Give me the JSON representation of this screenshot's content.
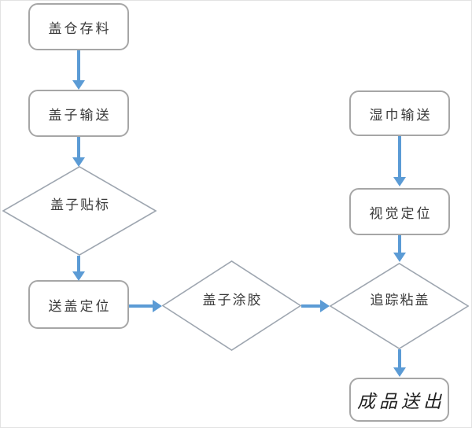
{
  "colors": {
    "arrow": "#5b9bd5",
    "box_border": "#a6a6a6",
    "diamond_border": "#9ea6b0",
    "text": "#3a3a3a",
    "background": "#ffffff"
  },
  "nodes": {
    "cover_bin_storage": {
      "label": "盖仓存料",
      "type": "process"
    },
    "cover_convey": {
      "label": "盖子输送",
      "type": "process"
    },
    "cover_labeling": {
      "label": "盖子贴标",
      "type": "decision"
    },
    "cover_positioning": {
      "label": "送盖定位",
      "type": "process"
    },
    "cover_gluing": {
      "label": "盖子涂胶",
      "type": "decision"
    },
    "wipes_convey": {
      "label": "湿巾输送",
      "type": "process"
    },
    "vision_positioning": {
      "label": "视觉定位",
      "type": "process"
    },
    "tracking_sticking": {
      "label": "追踪粘盖",
      "type": "decision"
    },
    "product_output": {
      "label": "成品送出",
      "type": "process"
    }
  },
  "edges": [
    {
      "from": "cover_bin_storage",
      "to": "cover_convey"
    },
    {
      "from": "cover_convey",
      "to": "cover_labeling"
    },
    {
      "from": "cover_labeling",
      "to": "cover_positioning"
    },
    {
      "from": "cover_positioning",
      "to": "cover_gluing"
    },
    {
      "from": "cover_gluing",
      "to": "tracking_sticking"
    },
    {
      "from": "wipes_convey",
      "to": "vision_positioning"
    },
    {
      "from": "vision_positioning",
      "to": "tracking_sticking"
    },
    {
      "from": "tracking_sticking",
      "to": "product_output"
    }
  ]
}
